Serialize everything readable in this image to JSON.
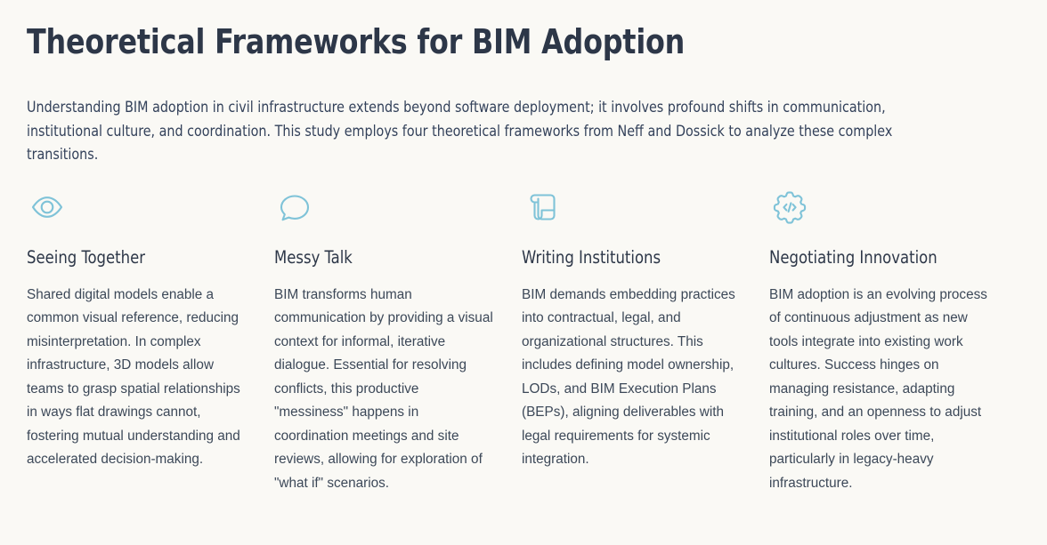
{
  "page": {
    "background_color": "#faf9f5",
    "title": "Theoretical Frameworks for BIM Adoption",
    "title_color": "#2d3748",
    "intro": "Understanding BIM adoption in civil infrastructure extends beyond software deployment; it involves profound shifts in communication, institutional culture, and coordination. This study employs four theoretical frameworks from Neff and Dossick to analyze these complex transitions.",
    "intro_color": "#33415a",
    "icon_color": "#7fc3d8",
    "body_color": "#3c4858"
  },
  "cards": [
    {
      "icon": "eye-icon",
      "title": "Seeing Together",
      "body": "Shared digital models enable a common visual reference, reducing misinterpretation. In complex infrastructure, 3D models allow teams to grasp spatial relationships in ways flat drawings cannot, fostering mutual understanding and accelerated decision-making."
    },
    {
      "icon": "speech-bubble-icon",
      "title": "Messy Talk",
      "body": "BIM transforms human communication by providing a visual context for informal, iterative dialogue. Essential for resolving conflicts, this productive \"messiness\" happens in coordination meetings and site reviews, allowing for exploration of \"what if\" scenarios."
    },
    {
      "icon": "scroll-icon",
      "title": "Writing Institutions",
      "body": "BIM demands embedding practices into contractual, legal, and organizational structures. This includes defining model ownership, LODs, and BIM Execution Plans (BEPs), aligning deliverables with legal requirements for systemic integration."
    },
    {
      "icon": "gear-code-icon",
      "title": "Negotiating Innovation",
      "body": "BIM adoption is an evolving process of continuous adjustment as new tools integrate into existing work cultures. Success hinges on managing resistance, adapting training, and an openness to adjust institutional roles over time, particularly in legacy-heavy infrastructure."
    }
  ]
}
